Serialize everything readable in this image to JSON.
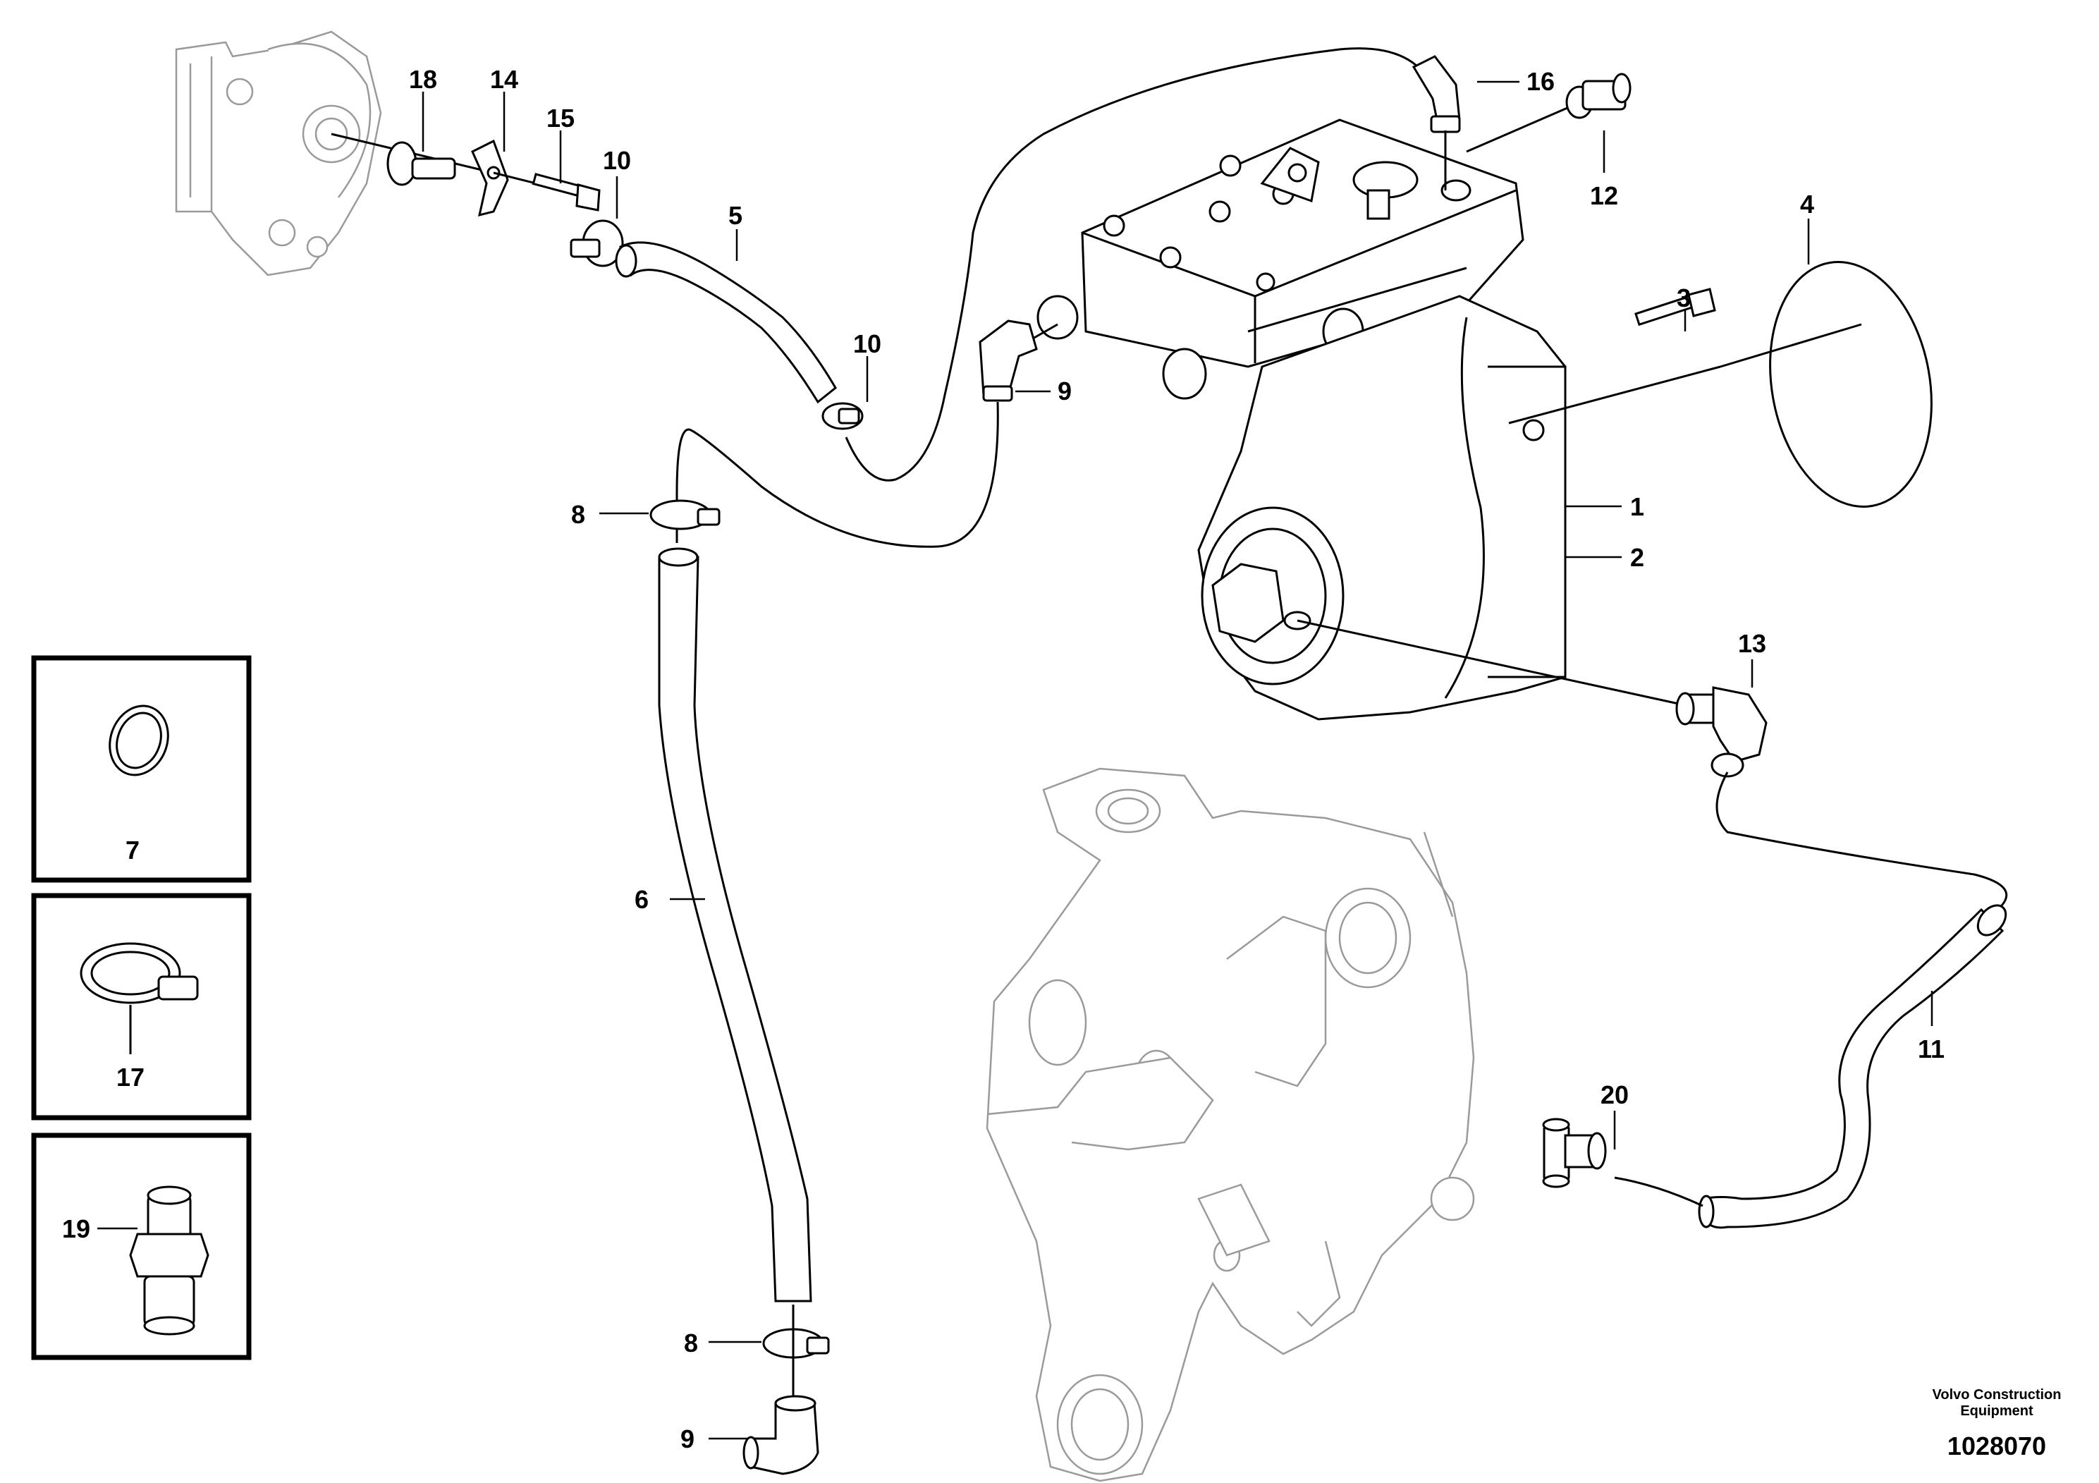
{
  "callouts": {
    "c1": "1",
    "c2": "2",
    "c3": "3",
    "c4": "4",
    "c5": "5",
    "c6": "6",
    "c7": "7",
    "c8a": "8",
    "c8b": "8",
    "c9a": "9",
    "c9b": "9",
    "c10a": "10",
    "c10b": "10",
    "c11": "11",
    "c12": "12",
    "c13": "13",
    "c14": "14",
    "c15": "15",
    "c16": "16",
    "c17": "17",
    "c18": "18",
    "c19": "19",
    "c20": "20"
  },
  "footer": {
    "brand_line1": "Volvo Construction",
    "brand_line2": "Equipment",
    "drawing_number": "1028070"
  }
}
